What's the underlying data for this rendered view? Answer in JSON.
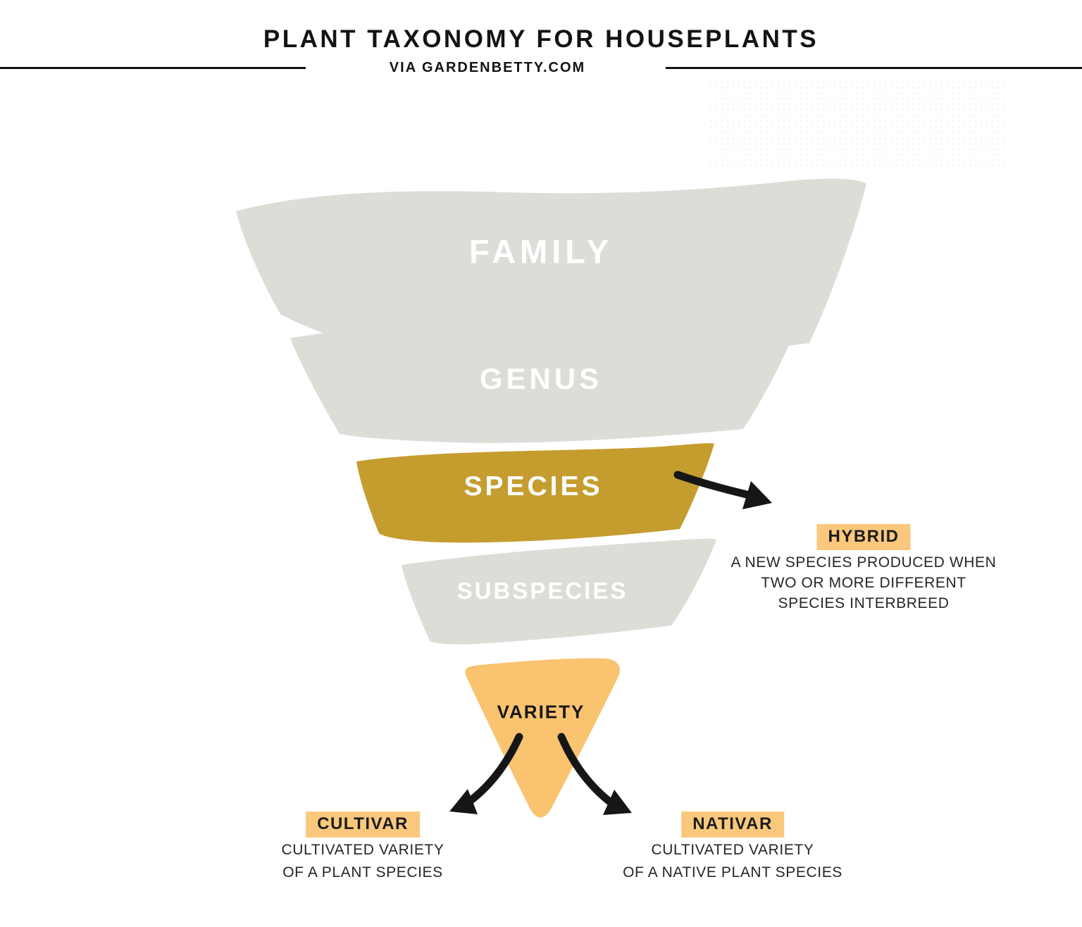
{
  "header": {
    "title": "PLANT TAXONOMY FOR HOUSEPLANTS",
    "subtitle": "VIA GARDENBETTY.COM"
  },
  "funnel": {
    "levels": [
      {
        "id": "family",
        "label": "FAMILY",
        "color": "#dedcd7"
      },
      {
        "id": "genus",
        "label": "GENUS",
        "color": "#dedcd7"
      },
      {
        "id": "species",
        "label": "SPECIES",
        "color": "#c59d2e"
      },
      {
        "id": "subspecies",
        "label": "SUBSPECIES",
        "color": "#dedcd7"
      },
      {
        "id": "variety",
        "label": "VARIETY",
        "color": "#f9c370"
      }
    ]
  },
  "annotations": {
    "hybrid": {
      "label": "HYBRID",
      "lines": [
        "A NEW SPECIES PRODUCED WHEN",
        "TWO OR MORE DIFFERENT",
        "SPECIES INTERBREED"
      ]
    },
    "cultivar": {
      "label": "CULTIVAR",
      "lines": [
        "CULTIVATED VARIETY",
        "OF A PLANT SPECIES"
      ]
    },
    "nativar": {
      "label": "NATIVAR",
      "lines": [
        "CULTIVATED VARIETY",
        "OF A NATIVE PLANT SPECIES"
      ]
    }
  },
  "colors": {
    "gray_layer": "#dedcd7",
    "gold_layer": "#c59d2e",
    "orange_triangle": "#f9c370",
    "badge_background": "#fac87c",
    "arrow": "#161616",
    "text_dark": "#131313",
    "text_light": "#ffffff"
  }
}
